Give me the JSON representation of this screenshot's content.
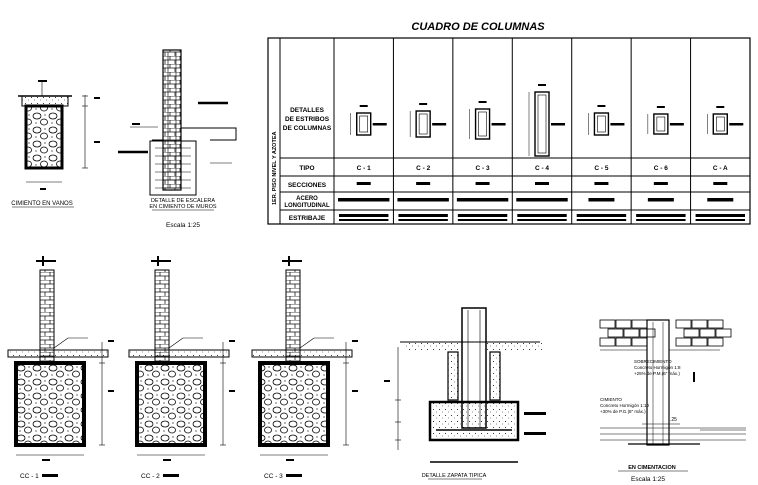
{
  "table": {
    "title": "CUADRO DE COLUMNAS",
    "side_label": "1ER. PISO  NIVEL Y AZOTEA",
    "row_labels": {
      "details": "DETALLES DE ESTRIBOS DE COLUMNAS",
      "details_lines": [
        "DETALLES",
        "DE ESTRIBOS",
        "DE COLUMNAS"
      ],
      "tipo": "TIPO",
      "secciones": "SECCIONES",
      "acero_lines": [
        "ACERO",
        "LONGITUDINAL"
      ],
      "estribaje": "ESTRIBAJE"
    },
    "columns": [
      "C - 1",
      "C - 2",
      "C - 3",
      "C - 4",
      "C - 5",
      "C - 6",
      "C - A"
    ]
  },
  "labels": {
    "cimiento_vanos": "CIMIENTO EN VANOS",
    "detalle_escalera_1": "DETALLE DE ESCALERA",
    "detalle_escalera_2": "EN CIMIENTO DE MUROS",
    "escala_1": "Escala 1:25",
    "cc1": "CC - 1",
    "cc2": "CC - 2",
    "cc3": "CC - 3",
    "zapata": "DETALLE ZAPATA TIPICA",
    "sobrecimiento_1": "SOBRECIMIENTO",
    "sobrecimiento_2": "Concreto Hormigón 1:8",
    "sobrecimiento_3": "+25% de P.M.(6\" máx.)",
    "cimiento_1": "CIMIENTO",
    "cimiento_2": "Concreto Hormigón 1:10",
    "cimiento_3": "+30% de P.G.(8\" máx.)",
    "cimentacion": "EN CIMENTACION",
    "escala_2": "Escala 1:25",
    "dim_25": ".25"
  }
}
